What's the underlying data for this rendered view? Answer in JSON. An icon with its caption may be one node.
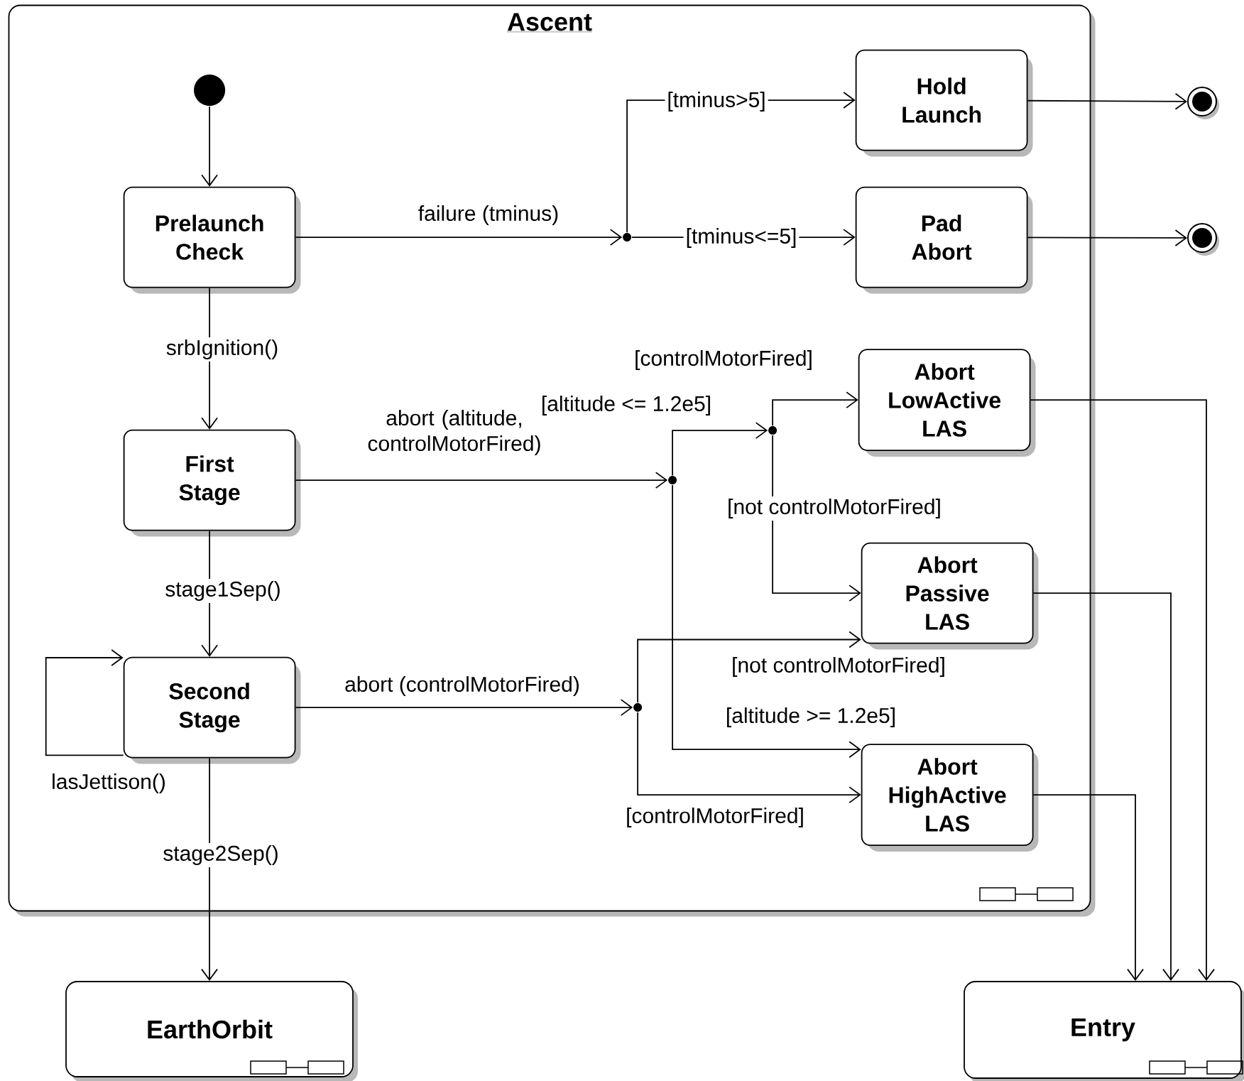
{
  "diagram": {
    "nodes": [
      {
        "text": [
          "Ascent"
        ]
      },
      {
        "text": [],
        "shape": "circle",
        "in": 0
      },
      {
        "text": [
          "Prelaunch Check"
        ],
        "in": 0
      },
      {
        "text": [
          "Hold Launch"
        ],
        "in": 0
      },
      {
        "text": [
          "Pad Abort"
        ],
        "in": 0
      },
      {
        "text": [],
        "shape": "circle"
      },
      {
        "text": [],
        "shape": "circle"
      },
      {
        "text": [],
        "shape": "circle",
        "in": 0
      },
      {
        "text": [
          "First Stage"
        ],
        "in": 0
      },
      {
        "text": [],
        "shape": "circle",
        "in": 0
      },
      {
        "text": [],
        "shape": "circle",
        "in": 0
      },
      {
        "text": [
          "Abort LowActive LAS"
        ],
        "in": 0
      },
      {
        "text": [
          "Abort Passive LAS"
        ],
        "in": 0
      },
      {
        "text": [
          "Second Stage"
        ],
        "in": 0
      },
      {
        "text": [],
        "shape": "circle",
        "in": 0
      },
      {
        "text": [
          "Abort HighActive LAS"
        ],
        "in": 0
      },
      {
        "text": [
          "EarthOrbit"
        ]
      },
      {
        "text": [
          "Entry"
        ]
      }
    ],
    "edges": [
      {
        "from": 1,
        "to": 2,
        "arrow": "to"
      },
      {
        "from": 2,
        "to": 7,
        "arrow": "to",
        "label": "failure (tminus)"
      },
      {
        "from": 7,
        "to": 3,
        "arrow": "to",
        "label": "[tminus>5]"
      },
      {
        "from": 7,
        "to": 4,
        "arrow": "to",
        "label": "[tminus<=5]"
      },
      {
        "from": 3,
        "to": 5,
        "arrow": "to"
      },
      {
        "from": 4,
        "to": 6,
        "arrow": "to"
      },
      {
        "from": 2,
        "to": 8,
        "arrow": "to",
        "label": "srbIgnition()"
      },
      {
        "from": 8,
        "to": 9,
        "arrow": "to",
        "label": "abort (altitude, controlMotorFired)"
      },
      {
        "from": 9,
        "to": 10,
        "arrow": "to",
        "label": "[altitude <= 1.2e5]"
      },
      {
        "from": 10,
        "to": 11,
        "arrow": "to",
        "label": "[controlMotorFired]"
      },
      {
        "from": 10,
        "to": 12,
        "arrow": "to",
        "label": "[not controlMotorFired]"
      },
      {
        "from": 9,
        "to": 15,
        "arrow": "to",
        "label": "[altitude >= 1.2e5]"
      },
      {
        "from": 8,
        "to": 13,
        "arrow": "to",
        "label": "stage1Sep()"
      },
      {
        "from": 13,
        "to": 13,
        "arrow": "to",
        "label": "lasJettison()"
      },
      {
        "from": 13,
        "to": 14,
        "arrow": "to",
        "label": "abort (controlMotorFired)"
      },
      {
        "from": 14,
        "to": 12,
        "arrow": "to",
        "label": "[not controlMotorFired]"
      },
      {
        "from": 14,
        "to": 15,
        "arrow": "to",
        "label": "[controlMotorFired]"
      },
      {
        "from": 13,
        "to": 16,
        "arrow": "to",
        "label": "stage2Sep()"
      },
      {
        "from": 11,
        "to": 17,
        "arrow": "to"
      },
      {
        "from": 12,
        "to": 17,
        "arrow": "to"
      },
      {
        "from": 15,
        "to": 17,
        "arrow": "to"
      }
    ]
  }
}
